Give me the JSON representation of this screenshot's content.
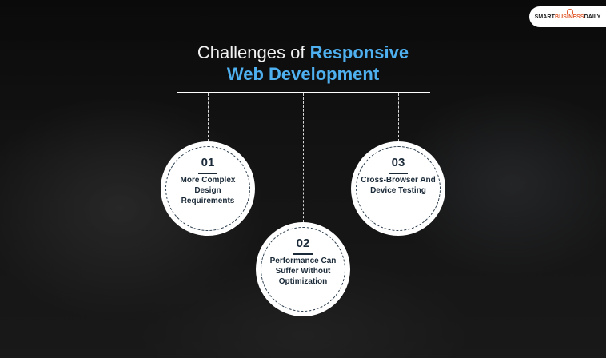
{
  "brand": {
    "part1": "SMART",
    "part2": "BUSINESS",
    "part3": "DAILY"
  },
  "title": {
    "line1_light": "Challenges of ",
    "line1_accent": "Responsive",
    "line2_accent": "Web Development"
  },
  "items": [
    {
      "number": "01",
      "label": "More Complex Design Requirements"
    },
    {
      "number": "02",
      "label": "Performance Can Suffer Without Optimization"
    },
    {
      "number": "03",
      "label": "Cross-Browser And Device Testing"
    }
  ],
  "colors": {
    "accent": "#4fb0f0",
    "text_dark": "#1b2a38",
    "logo_accent": "#e0582a"
  }
}
